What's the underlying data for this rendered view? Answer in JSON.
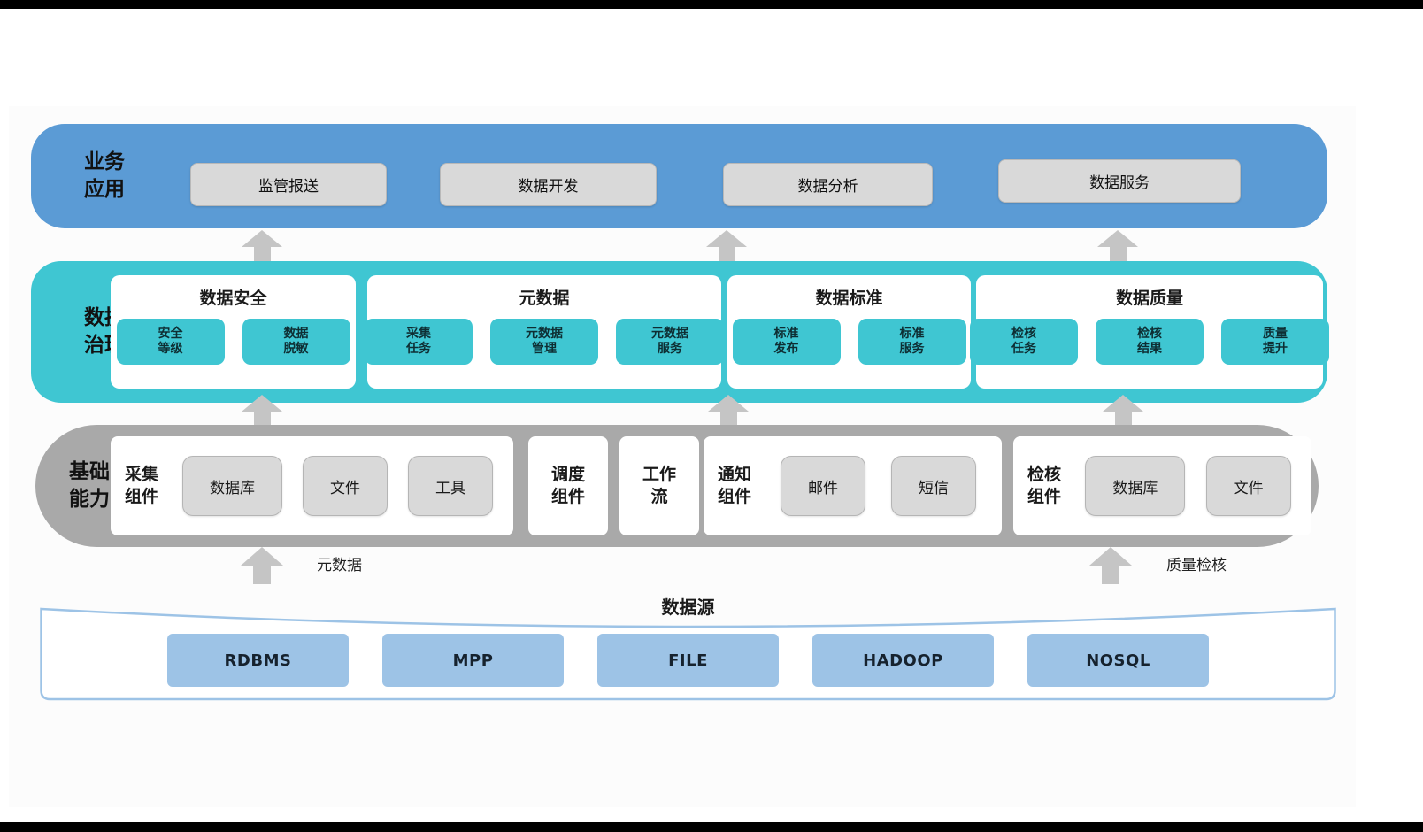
{
  "business": {
    "label": "业务\n应用",
    "buttons": [
      "监管报送",
      "数据开发",
      "数据分析",
      "数据服务"
    ]
  },
  "governance": {
    "label": "数据\n治理",
    "groups": [
      {
        "title": "数据安全",
        "items": [
          "安全\n等级",
          "数据\n脱敏"
        ]
      },
      {
        "title": "元数据",
        "items": [
          "采集\n任务",
          "元数据\n管理",
          "元数据\n服务"
        ]
      },
      {
        "title": "数据标准",
        "items": [
          "标准\n发布",
          "标准\n服务"
        ]
      },
      {
        "title": "数据质量",
        "items": [
          "检核\n任务",
          "检核\n结果",
          "质量\n提升"
        ]
      }
    ]
  },
  "foundation": {
    "label": "基础\n能力",
    "groups": [
      {
        "title": "采集\n组件",
        "items": [
          "数据库",
          "文件",
          "工具"
        ]
      },
      {
        "title": "调度\n组件",
        "items": []
      },
      {
        "title": "工作\n流",
        "items": []
      },
      {
        "title": "通知\n组件",
        "items": [
          "邮件",
          "短信"
        ]
      },
      {
        "title": "检核\n组件",
        "items": [
          "数据库",
          "文件"
        ]
      }
    ]
  },
  "datasource": {
    "title": "数据源",
    "items": [
      "RDBMS",
      "MPP",
      "FILE",
      "HADOOP",
      "NOSQL"
    ]
  },
  "arrow_labels": {
    "metadata": "元数据",
    "quality": "质量检核"
  },
  "colors": {
    "business_layer": "#5b9bd5",
    "governance_layer": "#3fc6d2",
    "foundation_layer": "#a9a9a9",
    "datasource_accent": "#9dc3e6",
    "neutral_button": "#d9d9d9",
    "arrow": "#c5c5c5"
  }
}
